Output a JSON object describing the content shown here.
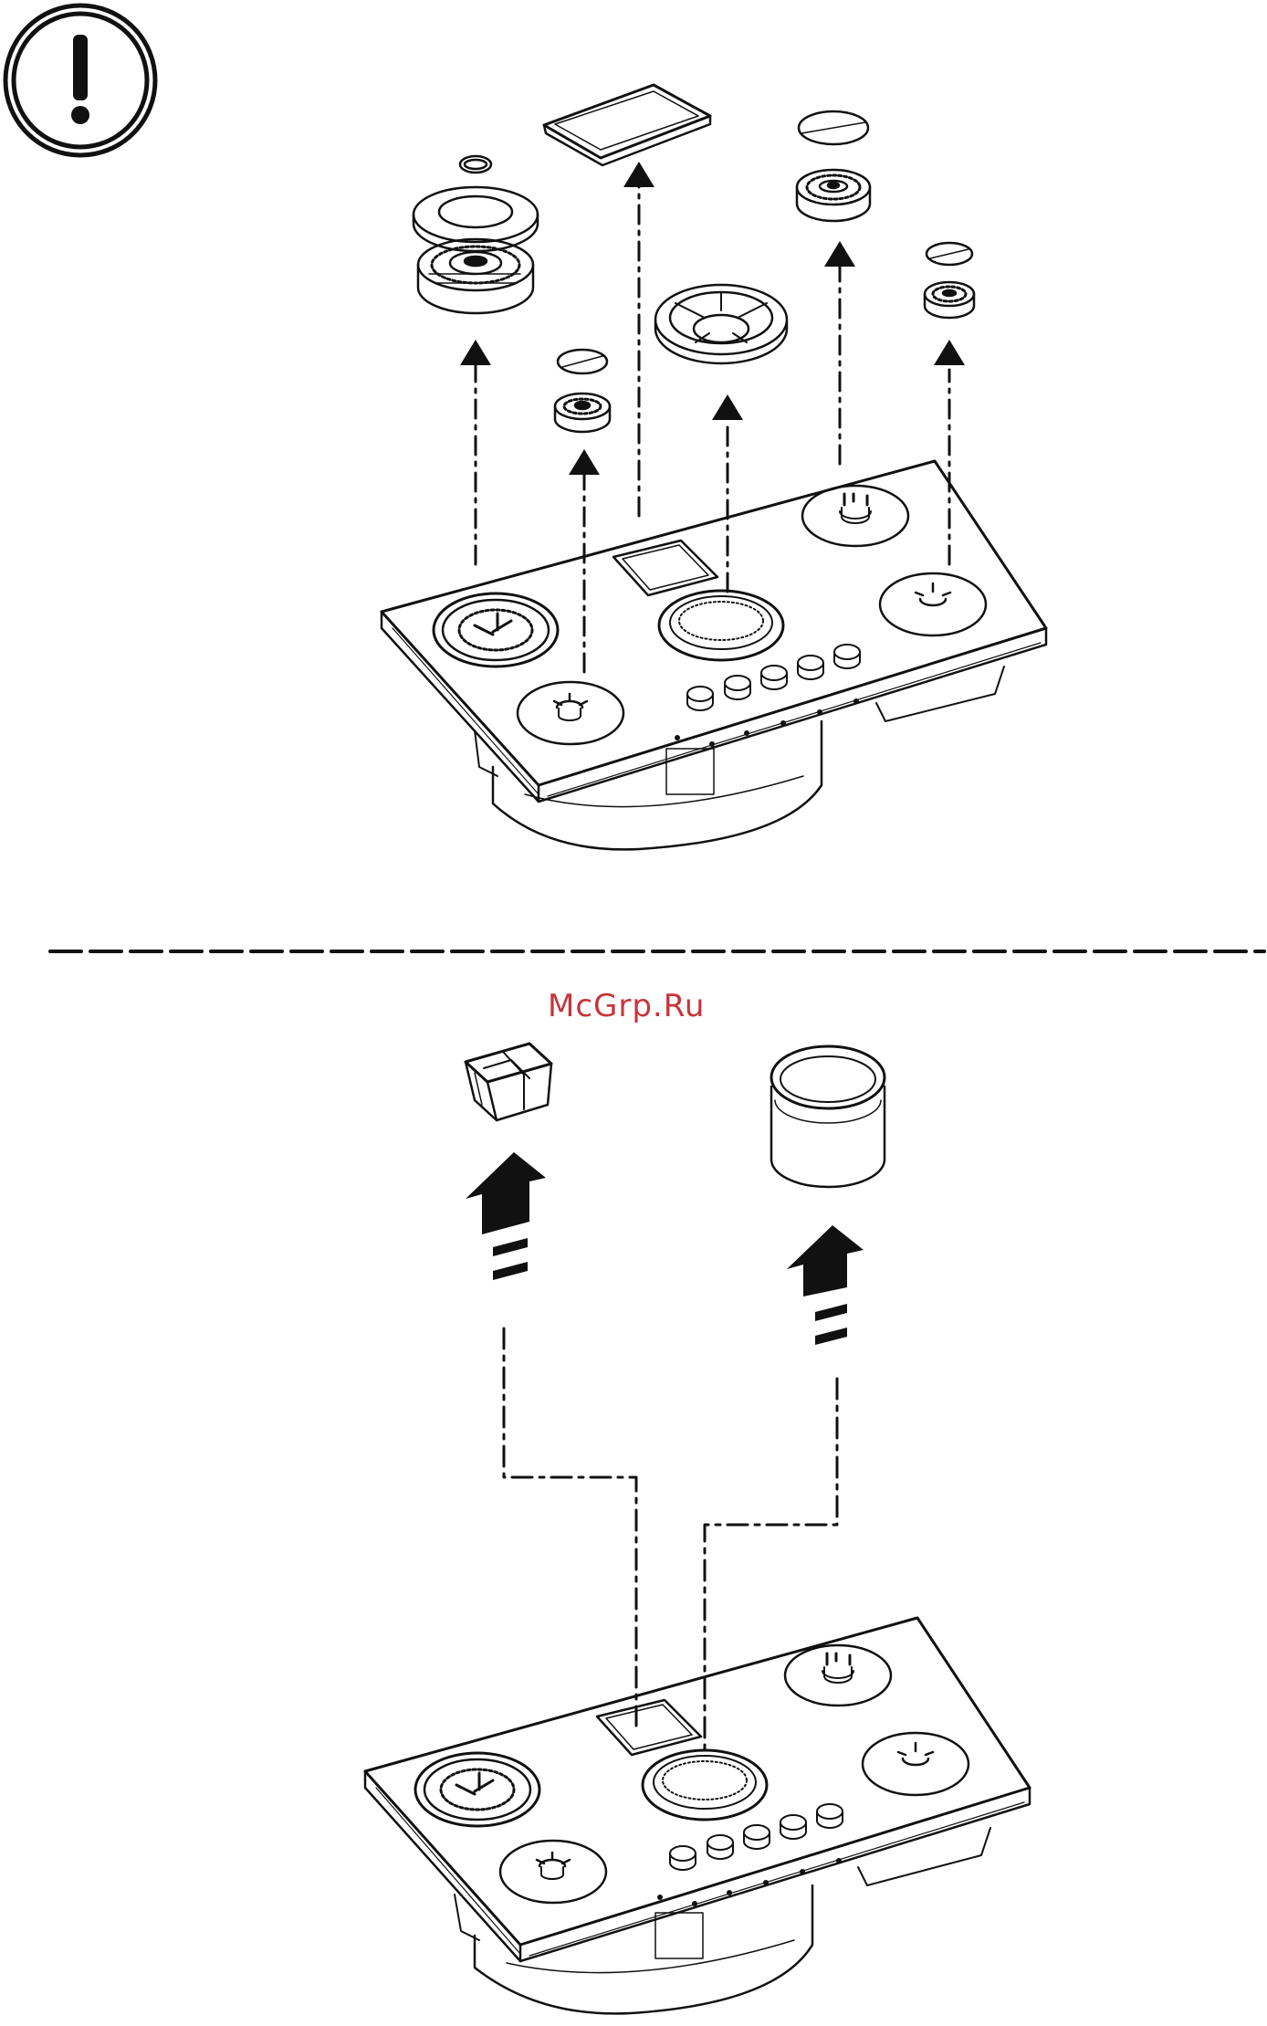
{
  "watermark": {
    "text": "McGrp.Ru",
    "color": "#c8343a"
  },
  "warning_icon": {
    "name": "exclamation-icon",
    "glyph": "!"
  },
  "colors": {
    "line": "#111111",
    "fill": "#ffffff",
    "shade": "#dcdcdc"
  },
  "panels": [
    {
      "name": "top-panel",
      "step": "remove-burner-caps-grids-and-covers",
      "parts": [
        "large-burner",
        "small-burner-left",
        "rectangular-cover",
        "central-wok-ring",
        "medium-burner-right",
        "small-burner-right"
      ]
    },
    {
      "name": "bottom-panel",
      "step": "remove-grease-filter-and-cylinder-filter",
      "parts": [
        "rectangular-filter-box",
        "cylinder-filter"
      ]
    }
  ]
}
